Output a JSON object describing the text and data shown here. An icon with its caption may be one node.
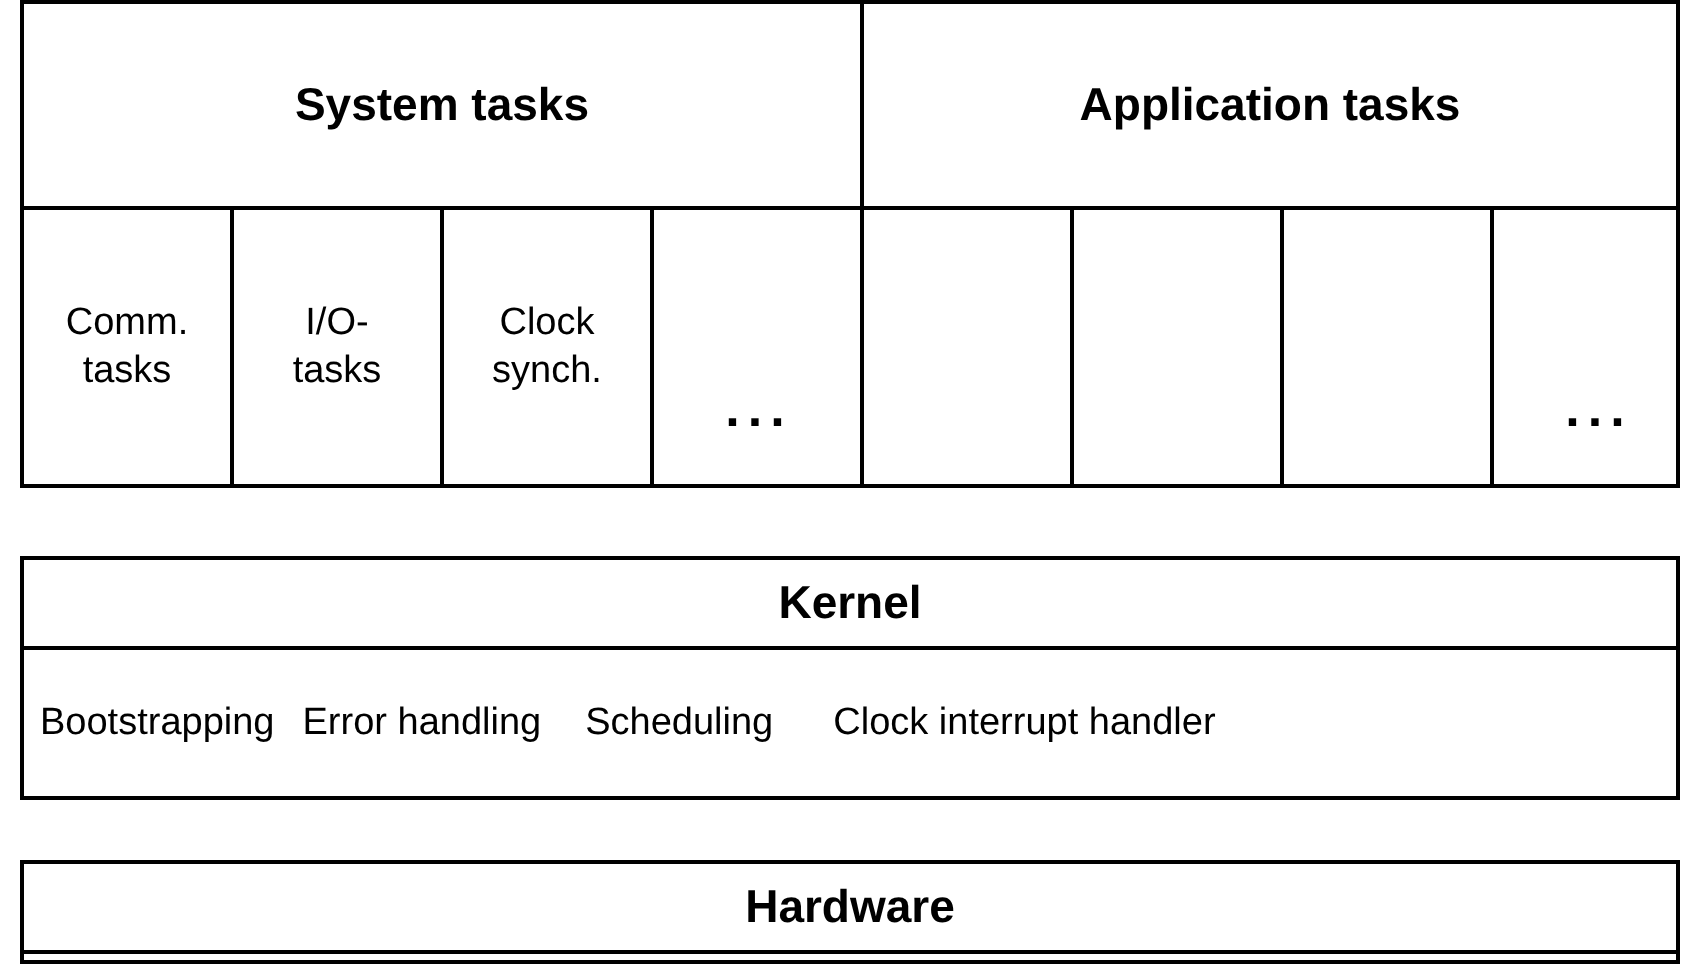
{
  "diagram": {
    "nodes": [
      {
        "text": [
          "System tasks"
        ]
      },
      {
        "text": [
          "Comm. tasks"
        ],
        "in": 0
      },
      {
        "text": [
          "I/O- tasks"
        ],
        "in": 0
      },
      {
        "text": [
          "Clock synch."
        ],
        "in": 0
      },
      {
        "text": [
          "..."
        ],
        "in": 0
      },
      {
        "text": [
          "Application tasks"
        ]
      },
      {
        "text": [],
        "shape": "box",
        "in": 5
      },
      {
        "text": [],
        "shape": "box",
        "in": 5
      },
      {
        "text": [],
        "shape": "box",
        "in": 5
      },
      {
        "text": [
          "..."
        ],
        "in": 5
      },
      {
        "text": [
          "Kernel",
          "Bootstrapping",
          "Error handling",
          "Scheduling",
          "Clock interrupt handler"
        ]
      },
      {
        "text": [
          "Hardware"
        ]
      }
    ]
  }
}
